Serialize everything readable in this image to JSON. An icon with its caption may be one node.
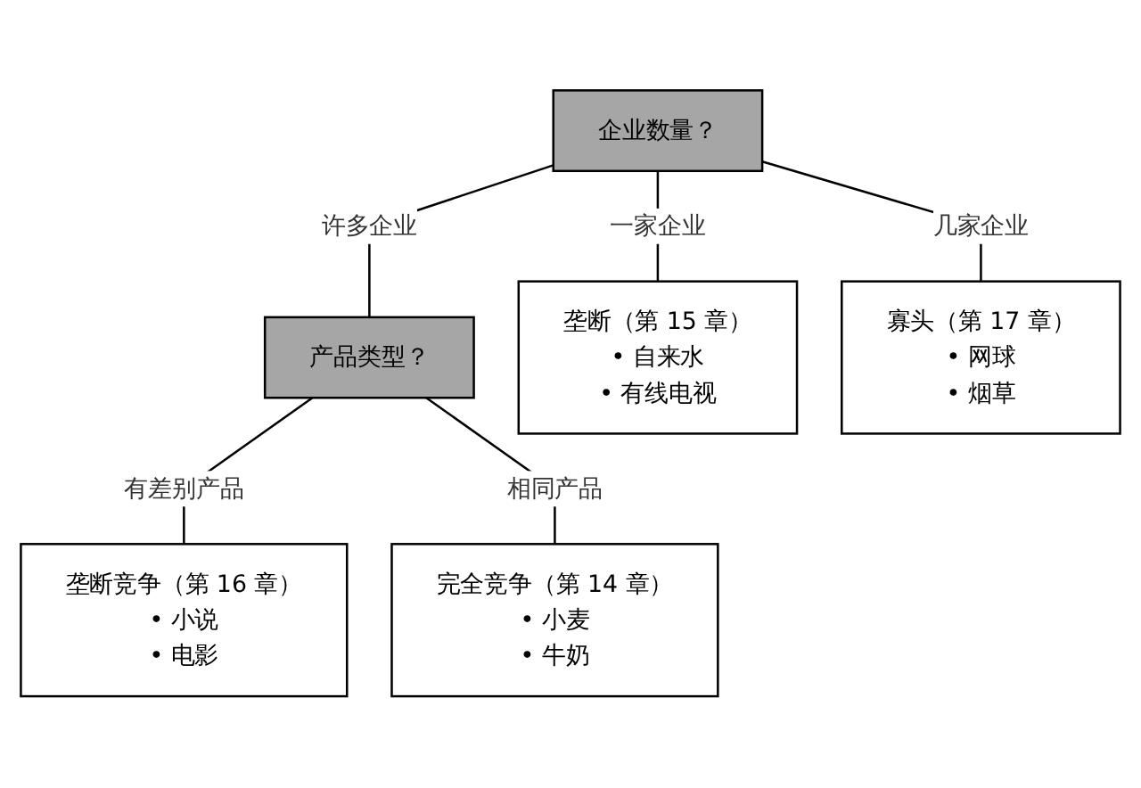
{
  "diagram": {
    "nodes": [
      {
        "text": [
          "企业数量？"
        ]
      },
      {
        "text": [
          "产品类型？"
        ]
      },
      {
        "text": [
          "垄断（第 15 章）",
          "• 自来水",
          "• 有线电视"
        ]
      },
      {
        "text": [
          "寡头（第 17 章）",
          "• 网球",
          "• 烟草"
        ]
      },
      {
        "text": [
          "垄断竞争（第 16 章）",
          "• 小说",
          "• 电影"
        ]
      },
      {
        "text": [
          "完全竞争（第 14 章）",
          "• 小麦",
          "• 牛奶"
        ]
      }
    ],
    "edges": [
      {
        "from": 0,
        "to": 2,
        "arrow": "none",
        "label": "一家企业"
      },
      {
        "from": 0,
        "to": 3,
        "arrow": "none",
        "label": "几家企业"
      },
      {
        "from": 0,
        "to": 1,
        "arrow": "none",
        "label": "许多企业"
      },
      {
        "from": 1,
        "to": 4,
        "arrow": "none",
        "label": "有差别产品"
      },
      {
        "from": 1,
        "to": 5,
        "arrow": "none",
        "label": "相同产品"
      }
    ]
  }
}
